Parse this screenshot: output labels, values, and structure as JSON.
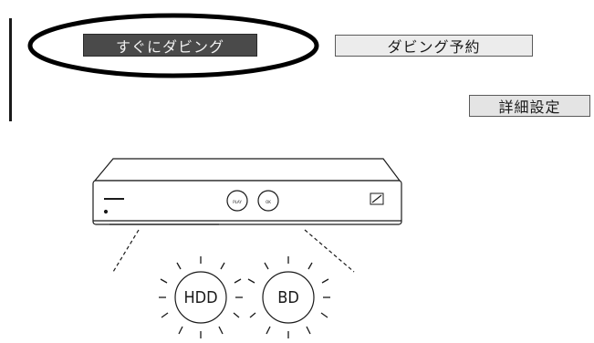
{
  "buttons": {
    "dub_now": "すぐにダビング",
    "dub_reserve": "ダビング予約",
    "detail_settings": "詳細設定"
  },
  "illustration": {
    "hdd_label": "HDD",
    "bd_label": "BD"
  },
  "colors": {
    "selected_button": "#4a4a4a",
    "button_face": "#ececec",
    "highlight": "#000000"
  },
  "icons": [
    "recorder-device-icon",
    "hdd-disk-icon",
    "bd-disk-icon"
  ]
}
